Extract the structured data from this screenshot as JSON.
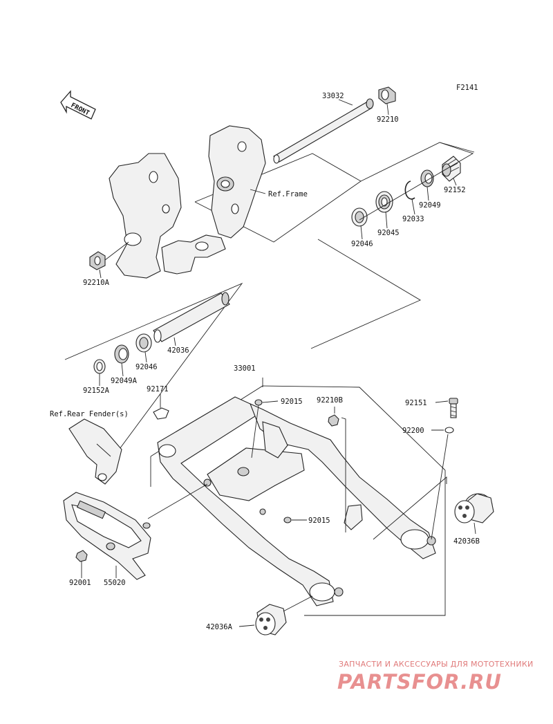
{
  "figure_code": "F2141",
  "front_arrow_label": "FRONT",
  "refs": {
    "frame": "Ref.Frame",
    "rear_fender": "Ref.Rear Fender(s)"
  },
  "part_numbers": {
    "p33032": "33032",
    "p92210": "92210",
    "p92152": "92152",
    "p92049": "92049",
    "p92033": "92033",
    "p92045": "92045",
    "p92046": "92046",
    "p92210A": "92210A",
    "p42036": "42036",
    "p92046b": "92046",
    "p92049A": "92049A",
    "p92152A": "92152A",
    "p92171": "92171",
    "p33001": "33001",
    "p92015a": "92015",
    "p92210B": "92210B",
    "p92151": "92151",
    "p92200": "92200",
    "p92015b": "92015",
    "p42036B": "42036B",
    "p92001": "92001",
    "p55020": "55020",
    "p42036A": "42036A"
  },
  "watermark": {
    "tagline": "ЗАПЧАСТИ И АКСЕССУАРЫ ДЛЯ МОТОТЕХНИКИ",
    "logo": "PARTSFOR.RU"
  }
}
